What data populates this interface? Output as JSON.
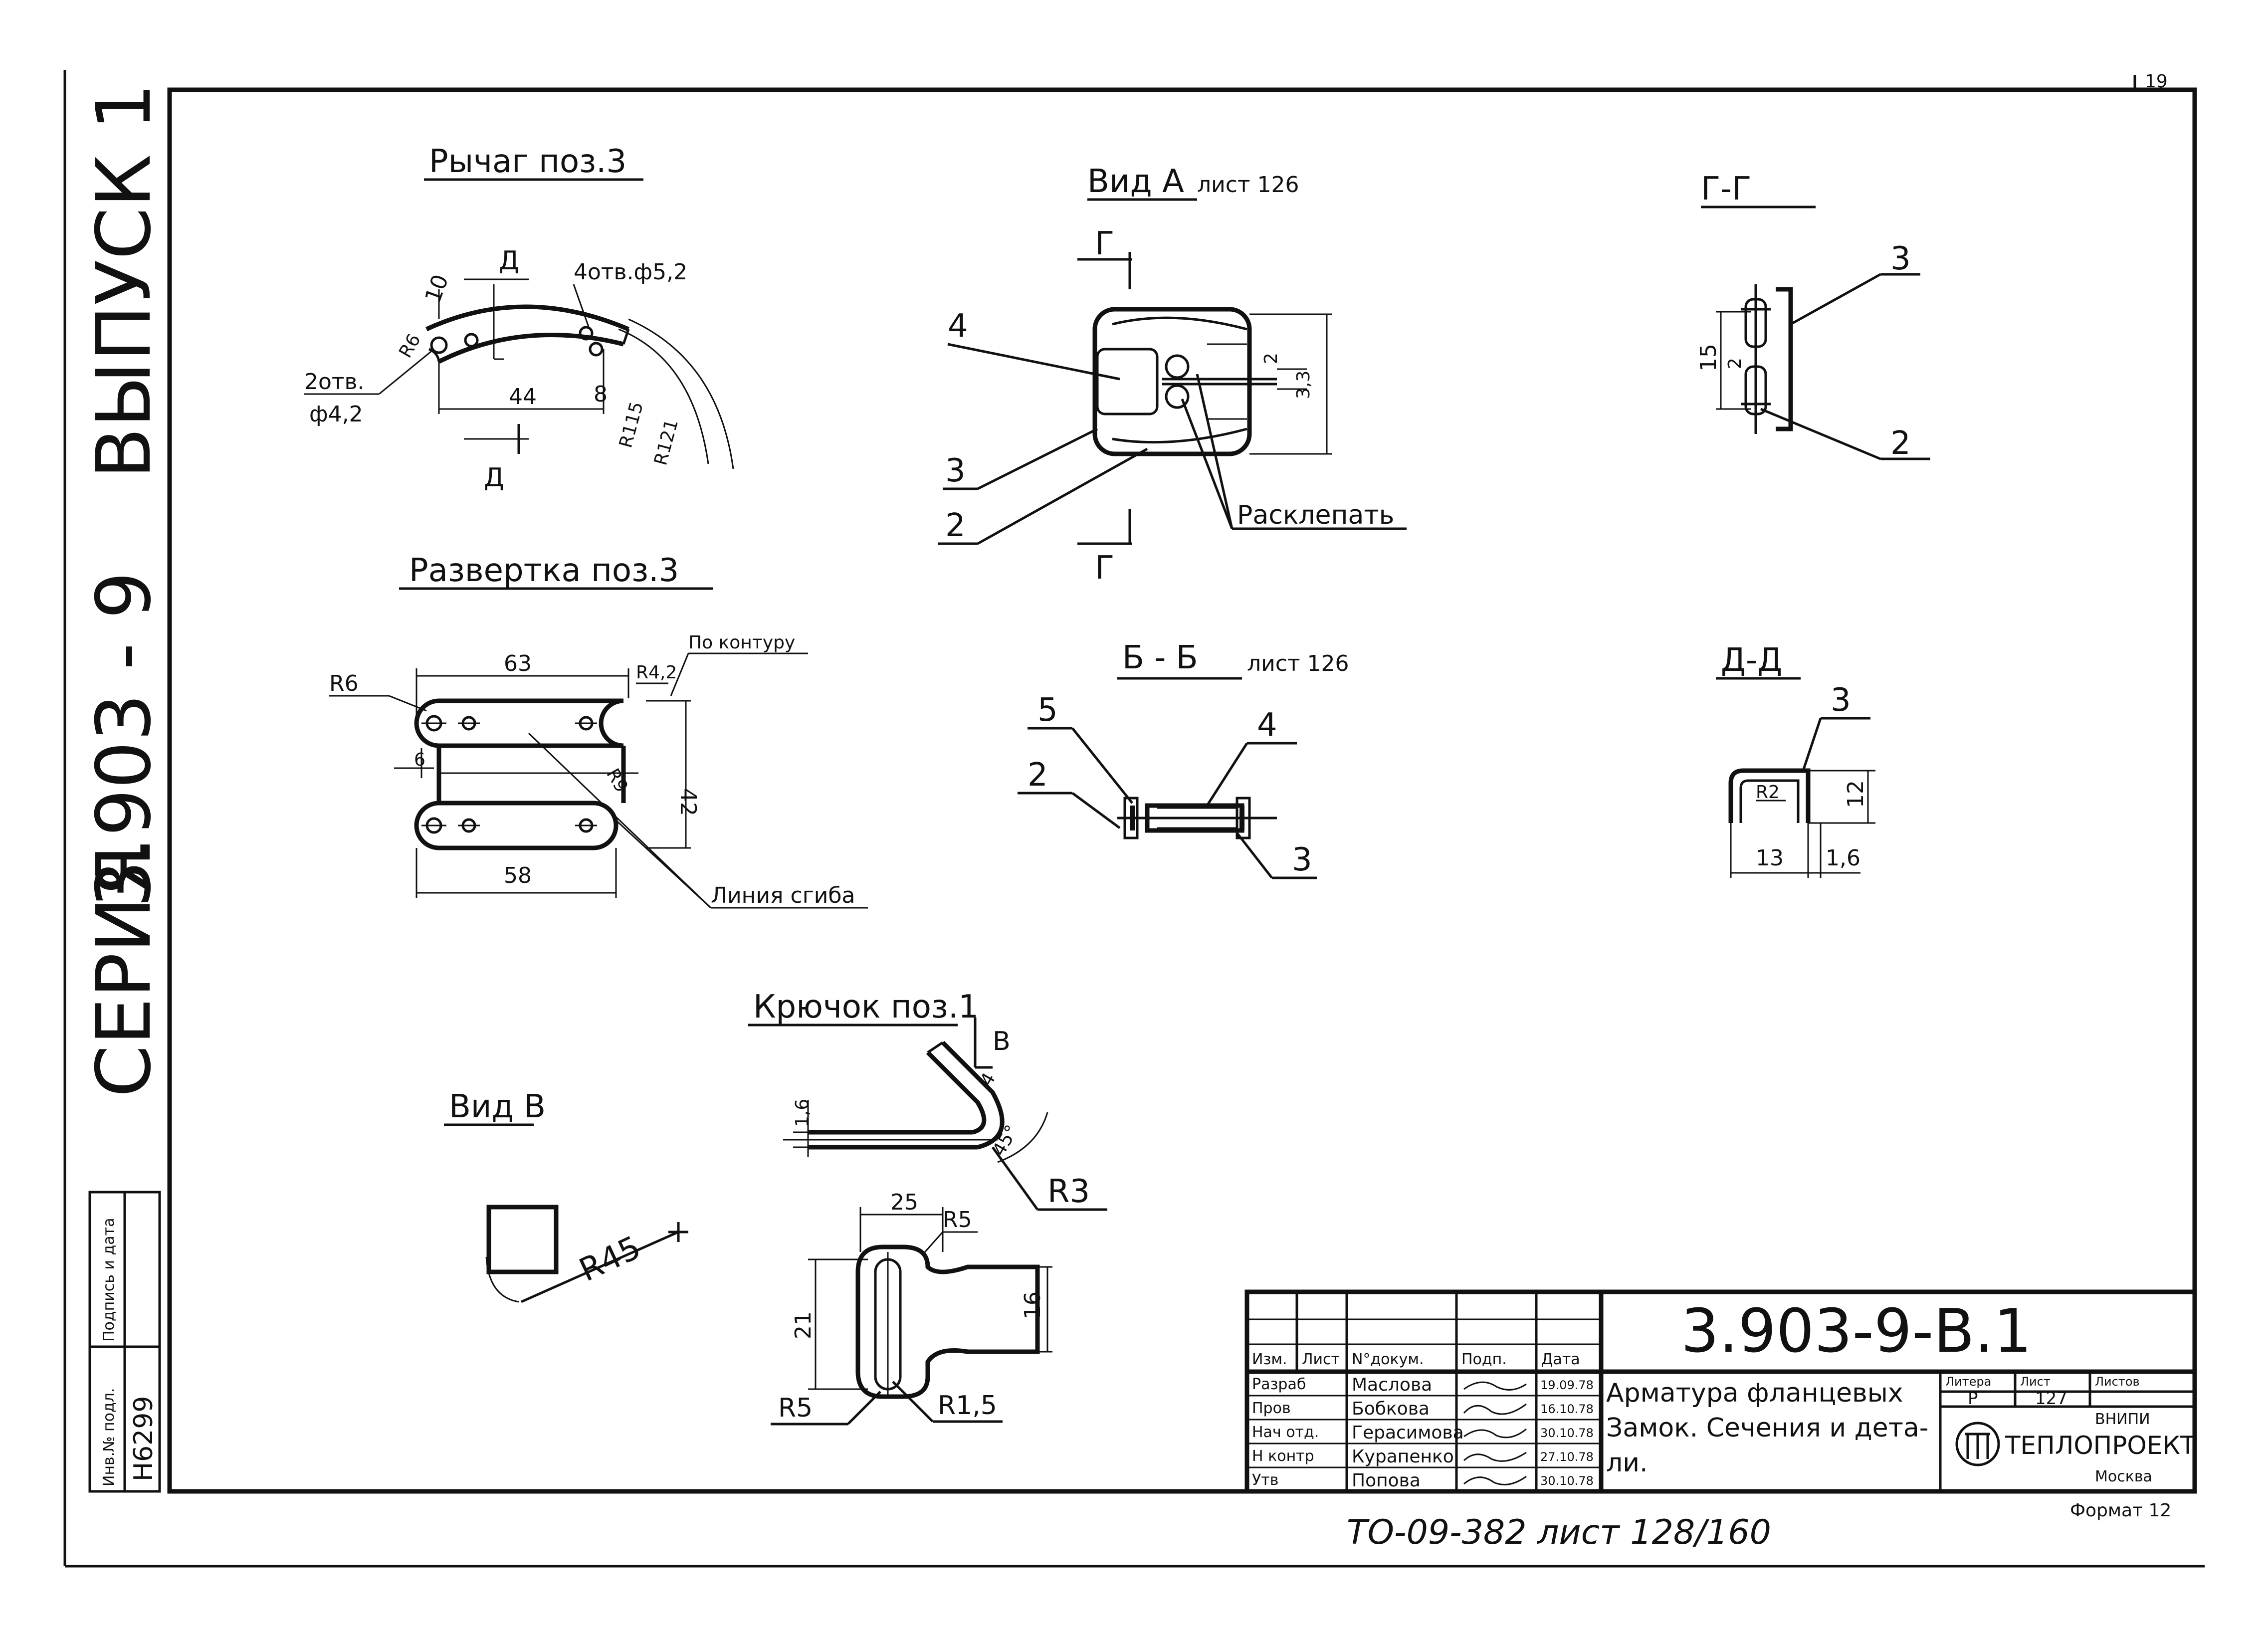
{
  "series_side": {
    "vypusk": "ВЫПУСК 1",
    "code": "3.903 - 9",
    "seriya": "СЕРИЯ",
    "podpis": "Подпись и дата",
    "inv_label": "Инв.№ подл.",
    "inv_value": "Н6299"
  },
  "corner_number": "19",
  "views": {
    "rychag": {
      "title": "Рычаг поз.3",
      "dim_d_top": "Д",
      "dim_d_bottom": "Д",
      "holes_4": "4отв.ф5,2",
      "dim_10": "10",
      "dim_r6": "R6",
      "holes_2_line1": "2отв.",
      "holes_2_line2": "ф4,2",
      "dim_44": "44",
      "dim_8": "8",
      "dim_r115": "R115",
      "dim_r121": "R121"
    },
    "vid_a": {
      "title": "Вид А",
      "title_ref": "лист 126",
      "sec_g_top": "Г",
      "sec_g_bottom": "Г",
      "pos_4": "4",
      "pos_3": "3",
      "pos_2": "2",
      "dim_2": "2",
      "dim_33": "3,3",
      "rasklepat": "Расклепать"
    },
    "gg": {
      "title": "Г-Г",
      "pos_3": "3",
      "pos_2": "2",
      "dim_15": "15",
      "dim_2": "2"
    },
    "razvertka": {
      "title": "Развертка поз.3",
      "dim_63": "63",
      "dim_r6": "R6",
      "dim_r4": "R4,2",
      "po_konturu": "По контуру",
      "dim_6": "6",
      "dim_42": "42",
      "dim_r9": "R9",
      "dim_58": "58",
      "liniya_sgiba": "Линия сгиба"
    },
    "bb": {
      "title": "Б - Б",
      "title_ref": "лист 126",
      "pos_5": "5",
      "pos_4": "4",
      "pos_2": "2",
      "pos_3": "3"
    },
    "dd": {
      "title": "Д-Д",
      "pos_3": "3",
      "dim_r2": "R2",
      "dim_12": "12",
      "dim_13": "13",
      "dim_16": "1,6"
    },
    "kryuchok": {
      "title": "Крючок поз.1",
      "dim_v": "В",
      "dim_16": "1,6",
      "dim_4": "4",
      "dim_45deg": "45°",
      "dim_r3": "R3",
      "dim_25": "25",
      "dim_r5_top": "R5",
      "dim_21": "21",
      "dim_16b": "16",
      "dim_r5_bottom": "R5",
      "dim_r15": "R1,5"
    },
    "vid_v": {
      "title": "Вид В",
      "dim_r45": "R45"
    }
  },
  "title_block": {
    "doc_code": "3.903-9-В.1",
    "headers": [
      "Изм.",
      "Лист",
      "N°докум.",
      "Подп.",
      "Дата"
    ],
    "rows": [
      {
        "role": "Разраб",
        "name": "Маслова",
        "date": "19.09.78"
      },
      {
        "role": "Пров",
        "name": "Бобкова",
        "date": "16.10.78"
      },
      {
        "role": "Нач отд.",
        "name": "Герасимова",
        "date": "30.10.78"
      },
      {
        "role": "Н контр",
        "name": "Курапенко",
        "date": "27.10.78"
      },
      {
        "role": "Утв",
        "name": "Попова",
        "date": "30.10.78"
      }
    ],
    "description_line1": "Арматура фланцевых",
    "description_line2": "Замок. Сечения и дета-",
    "description_line3": "ли.",
    "litera_label": "Литера",
    "litera_value": "Р",
    "list_label": "Лист",
    "list_value": "127",
    "listov_label": "Листов",
    "org_top": "ВНИПИ",
    "org_name": "ТЕПЛОПРОЕКТ",
    "org_city": "Москва",
    "format": "Формат 12"
  },
  "footer_ref": "ТО-09-382 лист 128/160"
}
